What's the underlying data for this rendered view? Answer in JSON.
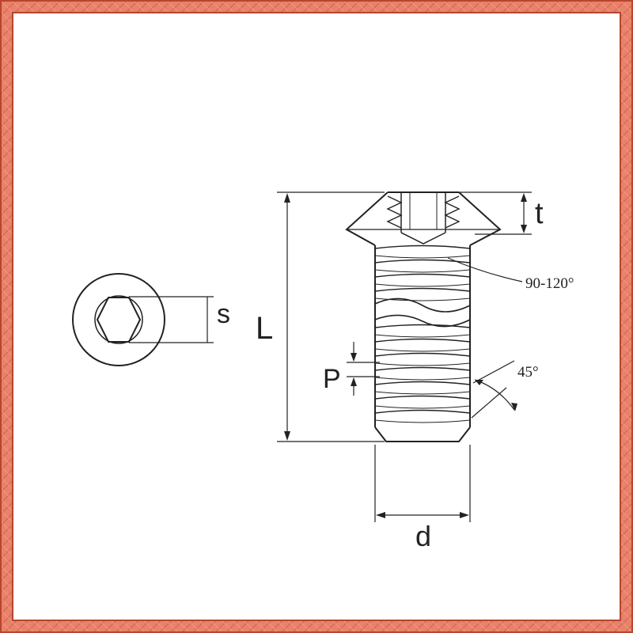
{
  "colors": {
    "frame": "#e8826a",
    "frame_dark": "#c8553e",
    "frame_light": "#f4a690",
    "ink": "#222222",
    "background": "#ffffff"
  },
  "labels": {
    "s": "s",
    "L": "L",
    "t": "t",
    "P": "P",
    "d": "d",
    "countersink_angle": "90-120°",
    "chamfer_angle": "45°"
  }
}
